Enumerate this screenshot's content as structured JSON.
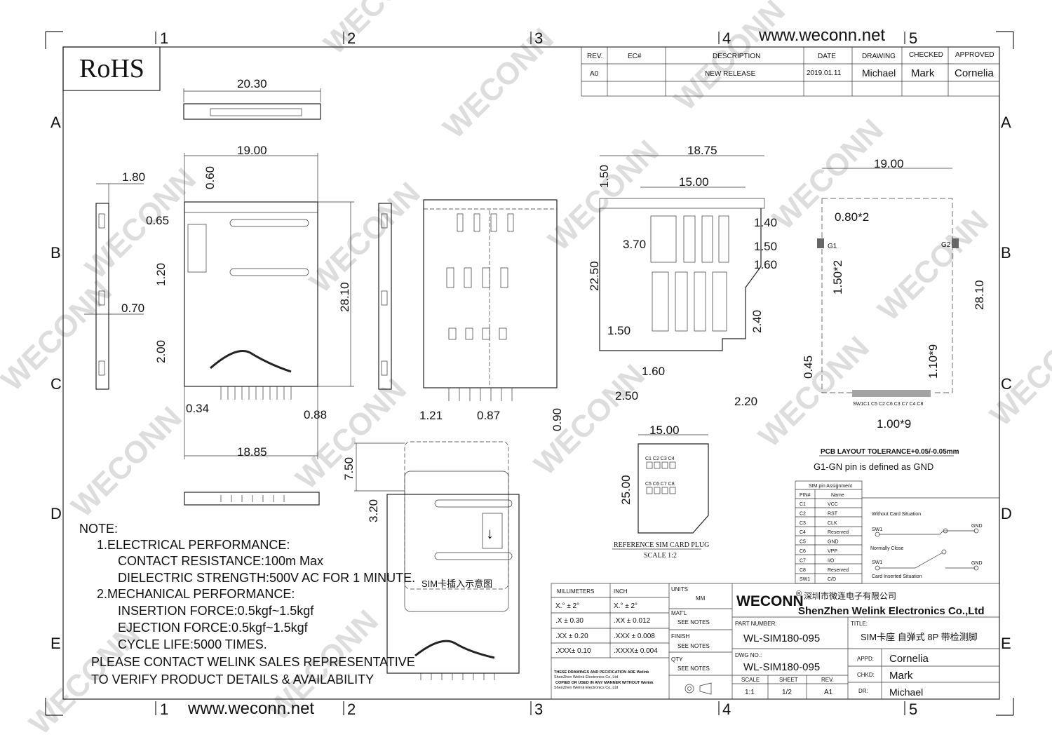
{
  "watermark": "WECONN",
  "rohs": "RoHS",
  "website": "www.weconn.net",
  "zones": {
    "cols": [
      "1",
      "2",
      "3",
      "4",
      "5"
    ],
    "rows": [
      "A",
      "B",
      "C",
      "D",
      "E"
    ]
  },
  "revision": {
    "headers": [
      "REV.",
      "EC#",
      "DESCRIPTION",
      "DATE",
      "DRAWING",
      "CHECKED",
      "APPROVED"
    ],
    "row": [
      "A0",
      "",
      "NEW RELEASE",
      "2019.01.11",
      "Michael",
      "Mark",
      "Cornelia"
    ]
  },
  "dims": {
    "top_width": "20.30",
    "width19": "19.00",
    "d180": "1.80",
    "d060": "0.60",
    "d065": "0.65",
    "d120": "1.20",
    "d070": "0.70",
    "d200": "2.00",
    "d2810": "28.10",
    "d034": "0.34",
    "d088": "0.88",
    "d1885": "18.85",
    "d121": "1.21",
    "d087": "0.87",
    "d090": "0.90",
    "d750": "7.50",
    "d320": "3.20",
    "d1875": "18.75",
    "d150a": "1.50",
    "d1500": "15.00",
    "d140": "1.40",
    "d370": "3.70",
    "d150b": "1.50",
    "d160a": "1.60",
    "d2250": "22.50",
    "d150c": "1.50",
    "d240": "2.40",
    "d160b": "1.60",
    "d250": "2.50",
    "d220": "2.20",
    "card_w": "15.00",
    "card_h": "25.00",
    "pcb_w": "19.00",
    "d080x2": "0.80*2",
    "d150x2": "1.50*2",
    "pcb_h": "28.10",
    "d045": "0.45",
    "d110x9": "1.10*9",
    "d100x9": "1.00*9"
  },
  "pcb": {
    "g1": "G1",
    "g2": "G2",
    "pins": "SW1C1  C5 C2 C6 C3  C7  C4  C8",
    "tolerance": "PCB LAYOUT TOLERANCE+0.05/-0.05mm",
    "gnd_note": "G1-GN pin is defined as GND"
  },
  "card": {
    "labels_top": "C1 C2 C3 C4",
    "labels_bot": "C5 C6 C7 C8",
    "caption": "REFERENCE SIM CARD PLUG",
    "scale": "SCALE 1:2"
  },
  "insert_caption": "SIM卡插入示意图",
  "notes": [
    "NOTE:",
    "1.ELECTRICAL PERFORMANCE:",
    "CONTACT RESISTANCE:100m  Max",
    "DIELECTRIC STRENGTH:500V AC FOR 1 MINUTE.",
    "2.MECHANICAL PERFORMANCE:",
    "INSERTION FORCE:0.5kgf~1.5kgf",
    "EJECTION FORCE:0.5kgf~1.5kgf",
    "CYCLE LIFE:5000 TIMES.",
    "PLEASE CONTACT WELINK SALES REPRESENTATIVE",
    "TO VERIFY PRODUCT DETAILS & AVAILABILITY"
  ],
  "pin_table": {
    "title": "SIM pin Assignment",
    "headers": [
      "PIN#",
      "Name"
    ],
    "rows": [
      [
        "C1",
        "VCC"
      ],
      [
        "C2",
        "RST"
      ],
      [
        "C3",
        "CLK"
      ],
      [
        "C4",
        "Reserved"
      ],
      [
        "C5",
        "GND"
      ],
      [
        "C6",
        "VPP"
      ],
      [
        "C7",
        "I/O"
      ],
      [
        "C8",
        "Reserved"
      ],
      [
        "SW1",
        "C/D"
      ]
    ]
  },
  "switch": {
    "without": "Without Card Situation",
    "sw1": "SW1",
    "gnd": "GND",
    "nc": "Normally Close",
    "inserted": "Card Inserted Situation"
  },
  "title_block": {
    "tol_headers": [
      "MILLIMETERS",
      "INCH"
    ],
    "tol_rows": [
      [
        "X.°  ± 2°",
        "X.°  ± 2°"
      ],
      [
        ".X   ± 0.30",
        ".XX   ± 0.012"
      ],
      [
        ".XX ± 0.20",
        ".XXX  ± 0.008"
      ],
      [
        ".XXX± 0.10",
        ".XXXX± 0.004"
      ]
    ],
    "disclaimer": [
      "THESE DRAWINGS AND PECIFICATION  ARE Welink",
      "ShenZhen Welink Electronics Co.,Ltd",
      "COPIED OR USED IN ANY MANNER WITHOUT Welink",
      "ShenZhen Welink Electronics Co.,Ltd"
    ],
    "units_label": "UNITS",
    "units": "MM",
    "matl_label": "MAT'L",
    "matl": "SEE NOTES",
    "finish_label": "FINISH",
    "finish": "SEE NOTES",
    "qty_label": "QTY",
    "qty": "SEE NOTES",
    "brand": "WECONN",
    "reg": "®",
    "company_cn": "深圳市微连电子有限公司",
    "company_en": "ShenZhen Welink Electronics Co.,Ltd",
    "part_label": "PART NUMBER:",
    "part": "WL-SIM180-095",
    "title_label": "TITLE:",
    "title": "SIM卡座 自弹式 8P 带检测脚",
    "dwg_label": "DWG NO.:",
    "dwg": "WL-SIM180-095",
    "scale_label": "SCALE",
    "scale": "1:1",
    "sheet_label": "SHEET",
    "sheet": "1/2",
    "rev_label": "REV.",
    "rev": "A1",
    "appd_label": "APPD:",
    "appd": "Cornelia",
    "chkd_label": "CHKD:",
    "chkd": "Mark",
    "dr_label": "DR:",
    "dr": "Michael"
  }
}
